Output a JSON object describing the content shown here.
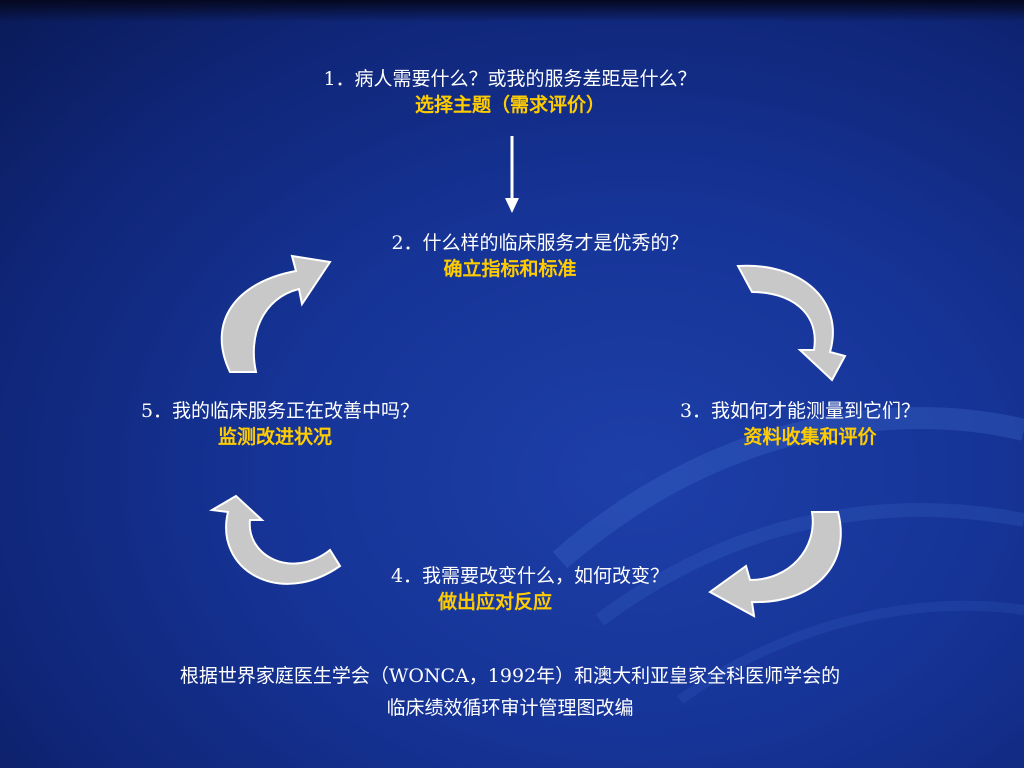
{
  "steps": [
    {
      "question": "1．病人需要什么？或我的服务差距是什么？",
      "answer": "选择主题（需求评价）"
    },
    {
      "question": "2．什么样的临床服务才是优秀的？",
      "answer": "确立指标和标准"
    },
    {
      "question": "3．我如何才能测量到它们？",
      "answer": "资料收集和评价"
    },
    {
      "question": "4．我需要改变什么，如何改变？",
      "answer": "做出应对反应"
    },
    {
      "question": "5．我的临床服务正在改善中吗？",
      "answer": "监测改进状况"
    }
  ],
  "footer": {
    "line1": "根据世界家庭医生学会（WONCA，1992年）和澳大利亚皇家全科医师学会的",
    "line2": "临床绩效循环审计管理图改编"
  },
  "colors": {
    "question": "#ffffff",
    "answer": "#ffcc00",
    "arrow_fill": "#c8c8c8",
    "arrow_highlight": "#ffffff"
  }
}
